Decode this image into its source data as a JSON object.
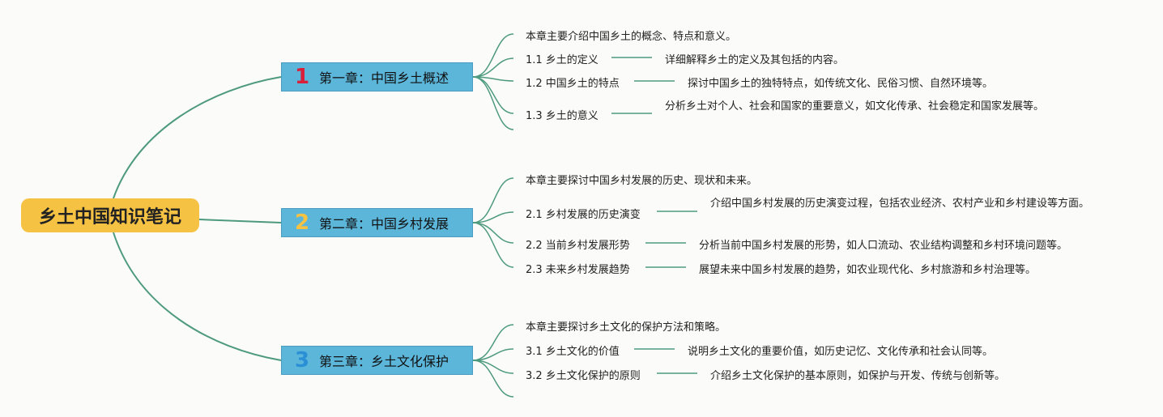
{
  "root": {
    "label": "乡土中国知识笔记"
  },
  "colors": {
    "line": "#4e9a80",
    "root_bg": "#f5c243",
    "chapter_bg": "#5bb6da",
    "num1": "#d8203a",
    "num2": "#f5c243",
    "num3": "#2b8fd6"
  },
  "chapters": [
    {
      "num": "1",
      "label": "第一章：中国乡土概述",
      "intro": "本章主要介绍中国乡土的概念、特点和意义。",
      "sections": [
        {
          "title": "1.1 乡土的定义",
          "desc": "详细解释乡土的定义及其包括的内容。"
        },
        {
          "title": "1.2 中国乡土的特点",
          "desc": "探讨中国乡土的独特特点，如传统文化、民俗习惯、自然环境等。"
        },
        {
          "title": "1.3 乡土的意义",
          "desc": "分析乡土对个人、社会和国家的重要意义，如文化传承、社会稳定和国家发展等。"
        }
      ]
    },
    {
      "num": "2",
      "label": "第二章：中国乡村发展",
      "intro": "本章主要探讨中国乡村发展的历史、现状和未来。",
      "sections": [
        {
          "title": "2.1 乡村发展的历史演变",
          "desc": "介绍中国乡村发展的历史演变过程，包括农业经济、农村产业和乡村建设等方面。"
        },
        {
          "title": "2.2 当前乡村发展形势",
          "desc": "分析当前中国乡村发展的形势，如人口流动、农业结构调整和乡村环境问题等。"
        },
        {
          "title": "2.3 未来乡村发展趋势",
          "desc": "展望未来中国乡村发展的趋势，如农业现代化、乡村旅游和乡村治理等。"
        }
      ]
    },
    {
      "num": "3",
      "label": "第三章：乡土文化保护",
      "intro": "本章主要探讨乡土文化的保护方法和策略。",
      "sections": [
        {
          "title": "3.1 乡土文化的价值",
          "desc": "说明乡土文化的重要价值，如历史记忆、文化传承和社会认同等。"
        },
        {
          "title": "3.2 乡土文化保护的原则",
          "desc": "介绍乡土文化保护的基本原则，如保护与开发、传统与创新等。"
        }
      ]
    }
  ]
}
